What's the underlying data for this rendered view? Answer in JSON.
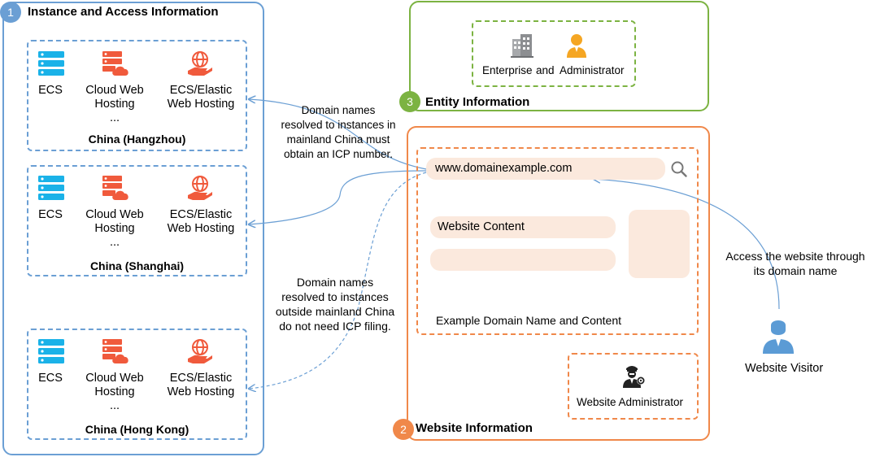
{
  "sections": {
    "instance": {
      "number": "1",
      "title": "Instance and Access Information"
    },
    "website": {
      "number": "2",
      "title": "Website Information"
    },
    "entity": {
      "number": "3",
      "title": "Entity Information"
    }
  },
  "services": {
    "ecs": "ECS",
    "cloud_web_hosting": "Cloud Web\nHosting\n...",
    "ecs_elastic": "ECS/Elastic\nWeb Hosting"
  },
  "regions": [
    {
      "name": "China (Hangzhou)"
    },
    {
      "name": "China (Shanghai)"
    },
    {
      "name": "China (Hong Kong)"
    }
  ],
  "entity": {
    "enterprise": "Enterprise",
    "and": "and",
    "administrator": "Administrator"
  },
  "website": {
    "domain": "www.domainexample.com",
    "content_label": "Website Content",
    "example_caption": "Example Domain Name and Content",
    "admin_label": "Website  Administrator"
  },
  "notes": {
    "mainland": "Domain names\nresolved to instances in\nmainland China must\nobtain an ICP number.",
    "outside": "Domain names\nresolved to instances\noutside mainland China\ndo not need ICP filing.",
    "access": "Access the website through\nits domain name"
  },
  "visitor": {
    "label": "Website Visitor"
  },
  "colors": {
    "blue": "#6b9fd4",
    "green": "#7cb342",
    "orange": "#f0884a",
    "icon_red": "#f05a3c",
    "icon_cyan": "#1ab2e8",
    "pill": "#fbe9dd",
    "visitor_blue": "#5b9bd5"
  },
  "icons": [
    "ecs-server-icon",
    "cloud-hosting-icon",
    "globe-hand-icon",
    "building-icon",
    "person-icon",
    "search-icon",
    "admin-icon",
    "visitor-icon"
  ]
}
